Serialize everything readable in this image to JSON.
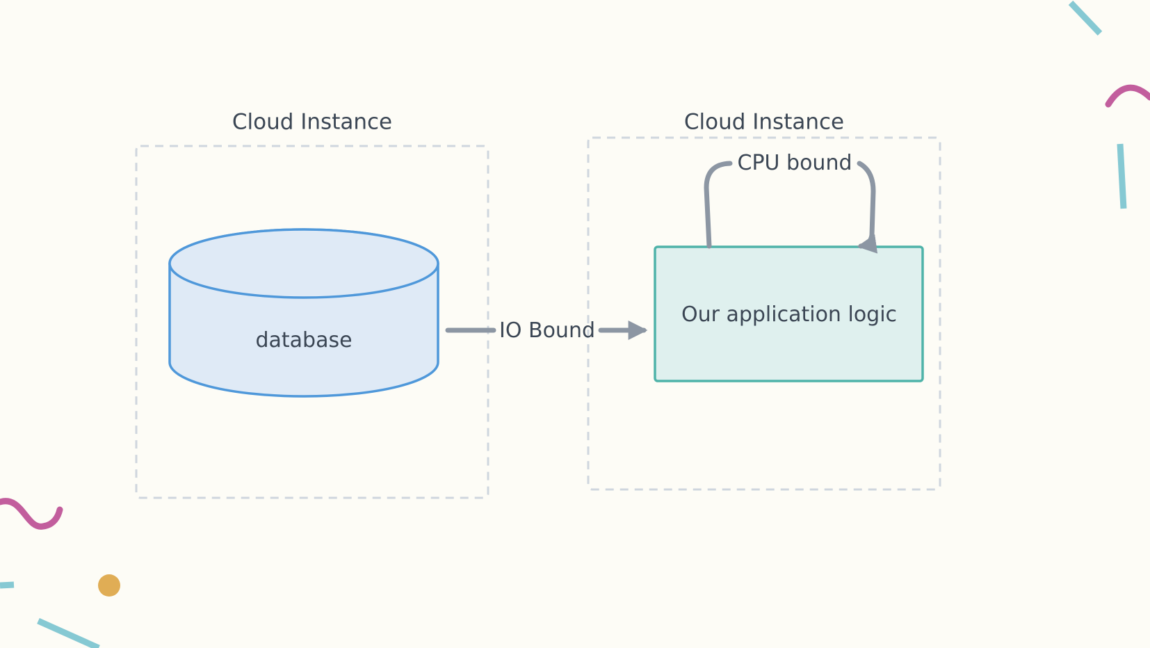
{
  "instances": [
    {
      "title": "Cloud Instance"
    },
    {
      "title": "Cloud Instance"
    }
  ],
  "database": {
    "label": "database"
  },
  "io_edge": {
    "label": "IO Bound"
  },
  "cpu_loop": {
    "label": "CPU bound"
  },
  "app_box": {
    "label": "Our application logic"
  },
  "colors": {
    "background": "#fdfcf6",
    "instance_border": "#cfd6de",
    "database_stroke": "#4f98da",
    "database_fill": "#dfeaf6",
    "app_stroke": "#4fb3a9",
    "app_fill": "#dff0ee",
    "arrow": "#8c96a3",
    "text": "#3b4654",
    "confetti_teal": "#86c9d3",
    "confetti_magenta": "#c25e9d",
    "confetti_gold": "#e0ad55"
  }
}
